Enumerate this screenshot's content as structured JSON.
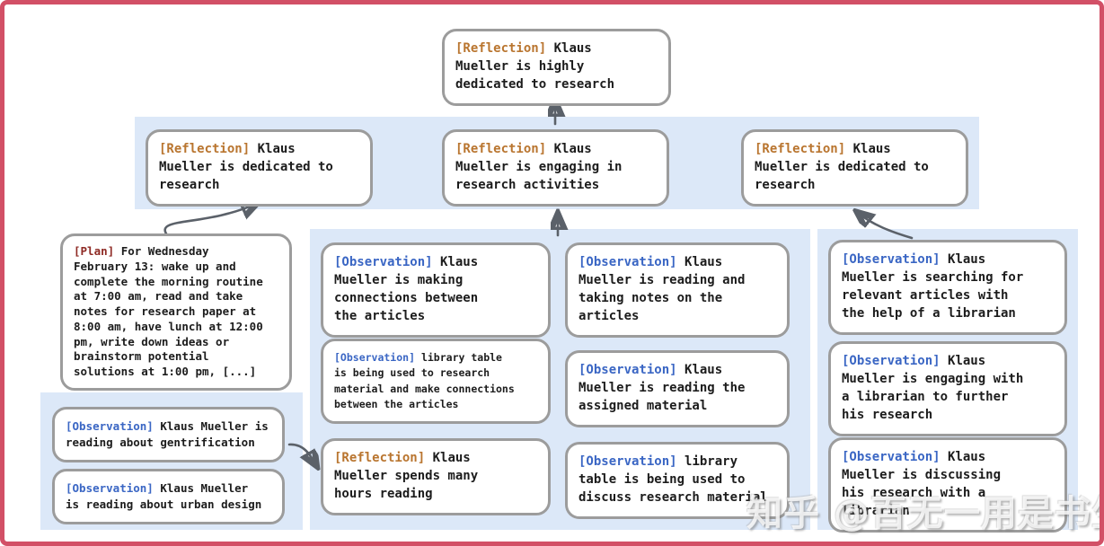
{
  "frame": {
    "watermark": "知乎 @百无一用是书生"
  },
  "colors": {
    "frame": "#d25066",
    "band": "#dce8f8",
    "boxBorder": "#9c9c9c",
    "arrow": "#5b6169",
    "reflection": "#b9752f",
    "observation": "#3a66c4",
    "plan": "#8e2a24",
    "ink": "#1c1c1c"
  },
  "nodes": {
    "root": {
      "type": "reflection",
      "tag": "[Reflection]",
      "text": "Klaus\nMueller is highly\ndedicated to research"
    },
    "ref1": {
      "type": "reflection",
      "tag": "[Reflection]",
      "text": "Klaus\nMueller is dedicated to\nresearch"
    },
    "ref2": {
      "type": "reflection",
      "tag": "[Reflection]",
      "text": "Klaus\nMueller is engaging in\nresearch activities"
    },
    "ref3": {
      "type": "reflection",
      "tag": "[Reflection]",
      "text": "Klaus\nMueller is dedicated to\nresearch"
    },
    "plan": {
      "type": "plan",
      "tag": "[Plan]",
      "text": "For Wednesday\nFebruary 13: wake up and\ncomplete the morning routine\nat 7:00 am, read and take\nnotes for research paper at\n8:00 am, have lunch at 12:00\npm, write down ideas or\nbrainstorm potential\nsolutions at 1:00 pm, [...]"
    },
    "obsL1": {
      "type": "observation",
      "tag": "[Observation]",
      "text": "Klaus Mueller is\nreading about gentrification"
    },
    "obsL2": {
      "type": "observation",
      "tag": "[Observation]",
      "text": "Klaus Mueller\nis reading about urban design"
    },
    "mA1": {
      "type": "observation",
      "tag": "[Observation]",
      "text": "Klaus\nMueller is making\nconnections between\nthe articles"
    },
    "mA2": {
      "type": "observation",
      "tag": "[Observation]",
      "text": "library table\nis being used to research\nmaterial and make connections\nbetween the articles"
    },
    "mA3": {
      "type": "reflection",
      "tag": "[Reflection]",
      "text": "Klaus\nMueller spends many\nhours reading"
    },
    "mB1": {
      "type": "observation",
      "tag": "[Observation]",
      "text": "Klaus\nMueller is reading and\ntaking notes on the\narticles"
    },
    "mB2": {
      "type": "observation",
      "tag": "[Observation]",
      "text": "Klaus\nMueller is reading the\nassigned material"
    },
    "mB3": {
      "type": "observation",
      "tag": "[Observation]",
      "text": "library\ntable is being used to\ndiscuss research material"
    },
    "r1": {
      "type": "observation",
      "tag": "[Observation]",
      "text": "Klaus\nMueller is searching for\nrelevant articles with\nthe help of a librarian"
    },
    "r2": {
      "type": "observation",
      "tag": "[Observation]",
      "text": "Klaus\nMueller is engaging with\na librarian to further\nhis research"
    },
    "r3": {
      "type": "observation",
      "tag": "[Observation]",
      "text": "Klaus\nMueller is discussing\nhis research with a\nlibrarian"
    }
  }
}
